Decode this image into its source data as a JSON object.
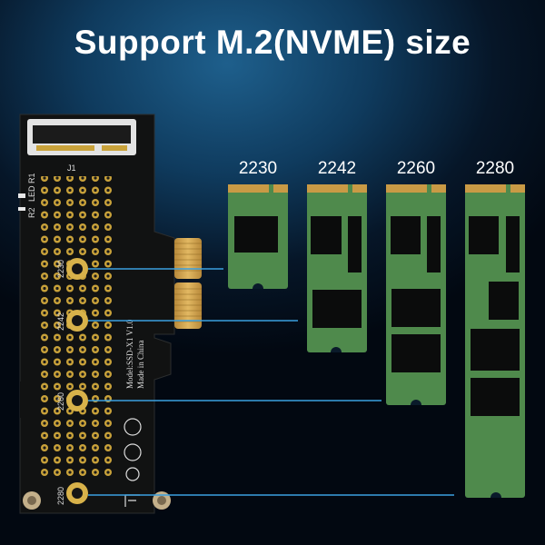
{
  "headline": "Support M.2(NVME) size",
  "colors": {
    "pcb_board": "#111212",
    "ssd_green": "#4f8a4c",
    "ssd_chip": "#0b0c0c",
    "gold_contact": "#c99a45",
    "leader_line": "#3aa0e0"
  },
  "adapter_silkscreen": {
    "model": "Model:SSD-X1 V1.0",
    "origin": "Made in China",
    "connector_ref": "J1",
    "led_ref": "LED R1",
    "resistor_ref": "R2",
    "marks": [
      "2230",
      "2242",
      "2260",
      "2280"
    ]
  },
  "ssd_sizes": [
    {
      "label": "2230"
    },
    {
      "label": "2242"
    },
    {
      "label": "2260"
    },
    {
      "label": "2280"
    }
  ]
}
